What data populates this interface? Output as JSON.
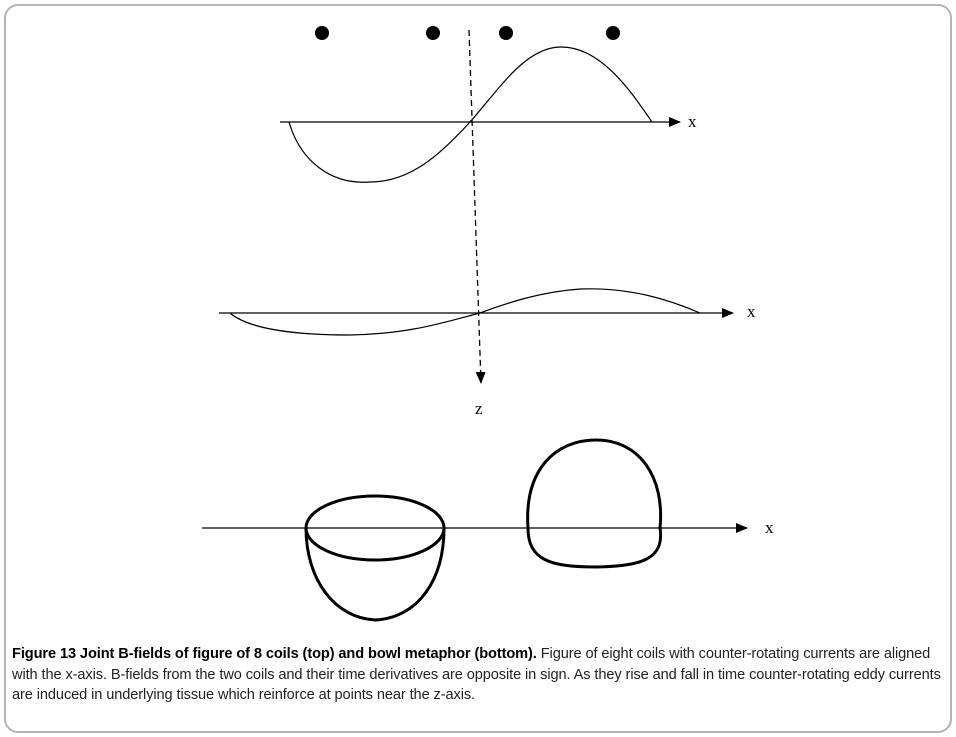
{
  "figure": {
    "axis_labels": {
      "top_x": "x",
      "middle_x": "x",
      "middle_z": "z",
      "bottom_x": "x"
    },
    "coil_dots_count": 4
  },
  "caption": {
    "title": "Figure 13 Joint B-fields of figure of 8 coils (top) and bowl metaphor (bottom).",
    "body": "Figure of eight coils with counter-rotating currents are aligned with the x-axis. B-fields from the two coils and their time derivatives are opposite in sign. As they rise and fall in time counter-rotating eddy currents are induced in underlying tissue which reinforce at points near the z-axis."
  }
}
